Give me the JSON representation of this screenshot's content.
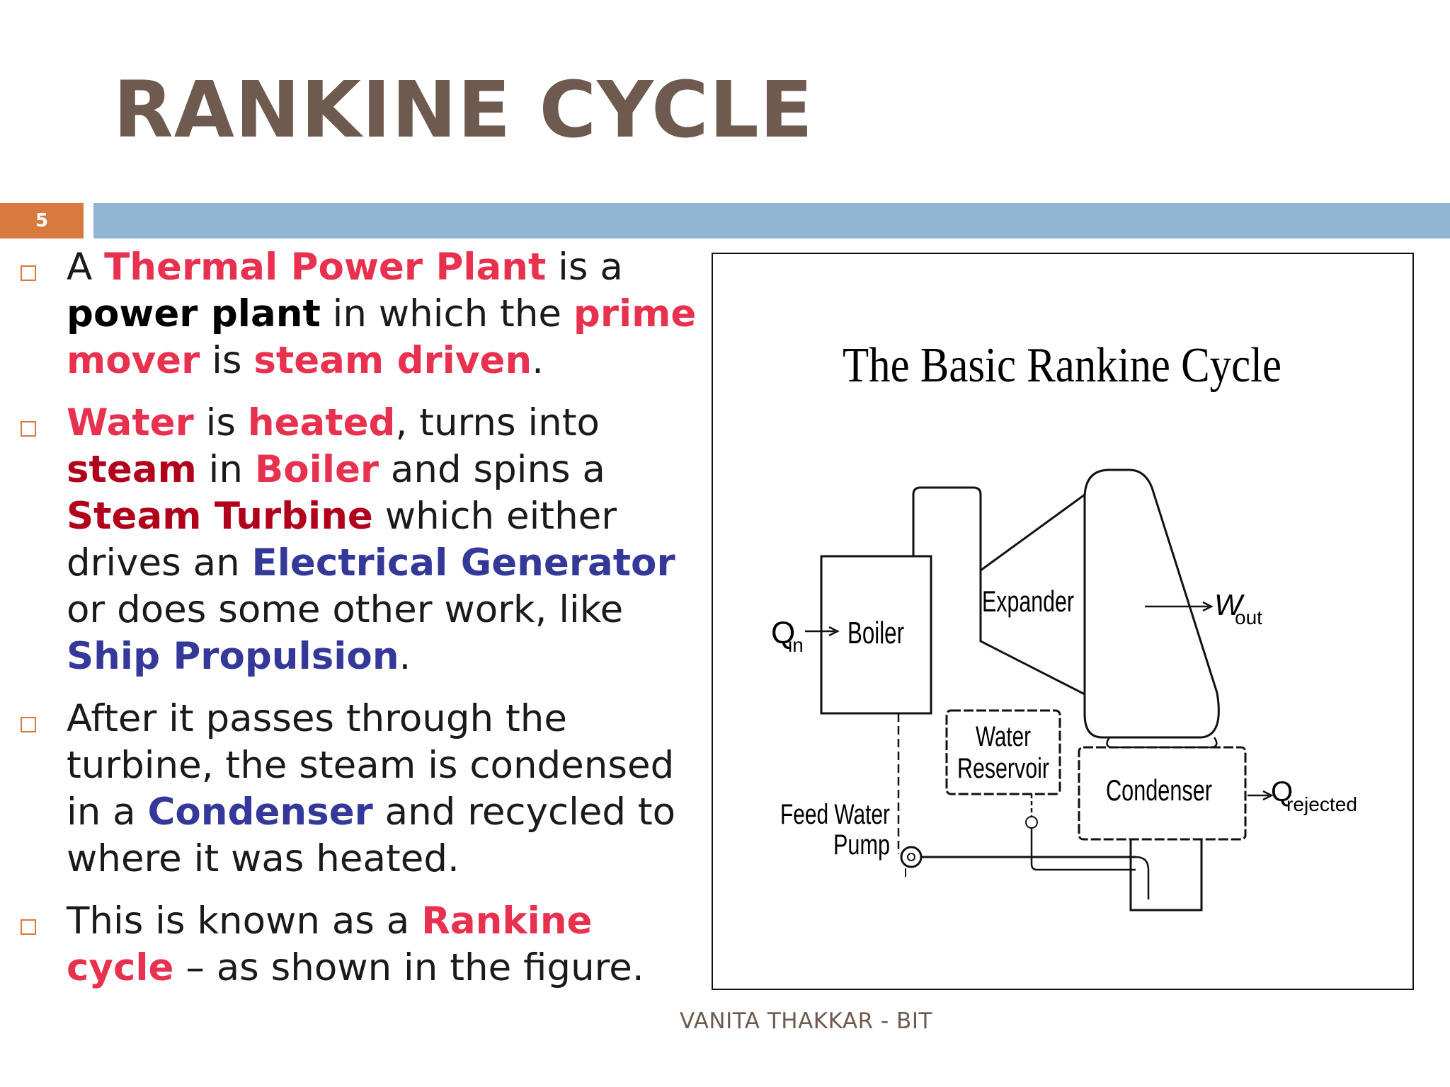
{
  "slide": {
    "title": "RANKINE CYCLE",
    "number": "5",
    "footer": "VANITA THAKKAR - BIT"
  },
  "bullets": [
    {
      "segments": [
        {
          "text": "A ",
          "style": "normal"
        },
        {
          "text": "Thermal Power Plant",
          "style": "red"
        },
        {
          "text": " is a ",
          "style": "normal"
        },
        {
          "text": "power plant",
          "style": "black-bold"
        },
        {
          "text": " in which the ",
          "style": "normal"
        },
        {
          "text": "prime mover",
          "style": "red"
        },
        {
          "text": " is ",
          "style": "normal"
        },
        {
          "text": "steam driven",
          "style": "red"
        },
        {
          "text": ".",
          "style": "normal"
        }
      ]
    },
    {
      "segments": [
        {
          "text": "Water",
          "style": "red"
        },
        {
          "text": " is ",
          "style": "normal"
        },
        {
          "text": "heated",
          "style": "red"
        },
        {
          "text": ", turns into ",
          "style": "normal"
        },
        {
          "text": "steam",
          "style": "darkred"
        },
        {
          "text": " in ",
          "style": "normal"
        },
        {
          "text": "Boiler",
          "style": "red"
        },
        {
          "text": " and spins a ",
          "style": "normal"
        },
        {
          "text": "Steam Turbine",
          "style": "darkred"
        },
        {
          "text": " which either drives an ",
          "style": "normal"
        },
        {
          "text": "Electrical Generator",
          "style": "blue"
        },
        {
          "text": " or does some other work, like ",
          "style": "normal"
        },
        {
          "text": "Ship Propulsion",
          "style": "blue"
        },
        {
          "text": ".",
          "style": "normal"
        }
      ]
    },
    {
      "segments": [
        {
          "text": "After it passes through the turbine, the steam is condensed in a ",
          "style": "normal"
        },
        {
          "text": "Condenser",
          "style": "blue"
        },
        {
          "text": " and recycled to where it was heated.",
          "style": "normal"
        }
      ]
    },
    {
      "segments": [
        {
          "text": "This is known as a ",
          "style": "normal"
        },
        {
          "text": "Rankine cycle",
          "style": "red"
        },
        {
          "text": " – as shown in the figure.",
          "style": "normal"
        }
      ]
    }
  ],
  "figure": {
    "title": "The Basic Rankine Cycle",
    "labels": {
      "boiler": "Boiler",
      "expander": "Expander",
      "water_reservoir_line1": "Water",
      "water_reservoir_line2": "Reservoir",
      "condenser": "Condenser",
      "feed_pump_line1": "Feed Water",
      "feed_pump_line2": "Pump",
      "q_in": "Q",
      "q_in_sub": "in",
      "w_out": "W",
      "w_out_sub": "out",
      "q_rejected": "Q",
      "q_rejected_sub": "rejected"
    }
  },
  "colors": {
    "title": "#6e5a4f",
    "accent_orange": "#d8793f",
    "accent_blue_bar": "#93b5d4",
    "highlight_red": "#e8304f",
    "highlight_darkred": "#b0001c",
    "highlight_blue": "#343899"
  }
}
